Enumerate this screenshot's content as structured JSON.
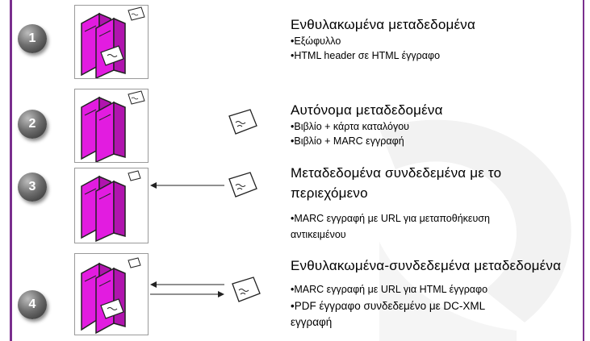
{
  "colors": {
    "book": "#e21ce0",
    "frame": "#7a2f8e",
    "badge": "#4a4a4a"
  },
  "icons": {
    "book": "books-stack-icon",
    "card": "metadata-card-icon",
    "arrow": "left-arrow-icon"
  },
  "items": [
    {
      "number": "1",
      "title": "Ενθυλακωμένα μεταδεδομένα",
      "lines": [
        "•Εξώφυλλο",
        "•HTML header σε HTML έγγραφο"
      ]
    },
    {
      "number": "2",
      "title": "Αυτόνομα μεταδεδομένα",
      "lines": [
        "•Βιβλίο + κάρτα καταλόγου",
        "•Βιβλίο + MARC εγγραφή"
      ]
    },
    {
      "number": "3",
      "title_line1": "Μεταδεδομένα συνδεδεμένα με το",
      "title_line2": "περιεχόμενο",
      "lines": [
        "•MARC εγγραφή με URL για μεταποθήκευση",
        "αντικειμένου"
      ]
    },
    {
      "number": "4",
      "title": "Ενθυλακωμένα-συνδεδεμένα μεταδεδομένα",
      "lines": [
        "•MARC εγγραφή με URL για HTML έγγραφο",
        "•PDF έγγραφο συνδεδεμένο με DC-XML",
        "εγγραφή"
      ]
    }
  ]
}
